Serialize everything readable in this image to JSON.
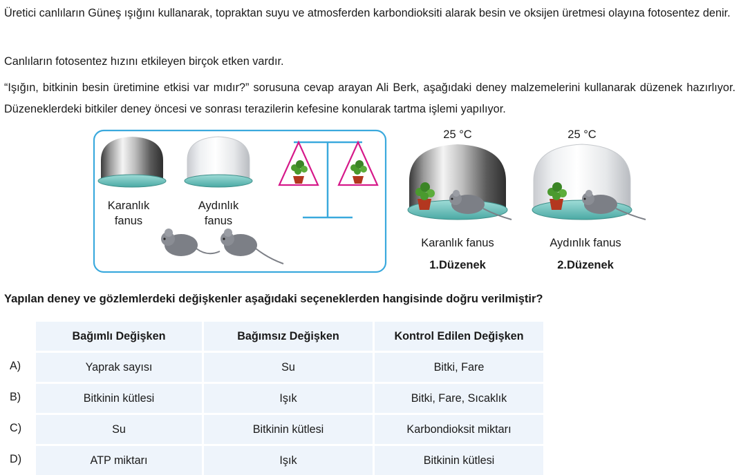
{
  "paragraphs": {
    "p1": "Üretici canlıların Güneş ışığını kullanarak, topraktan suyu ve atmosferden karbondioksiti alarak besin ve oksijen üretmesi olayına fotosentez denir.",
    "p2": "Canlıların fotosentez hızını etkileyen birçok etken vardır.",
    "p3": "“Işığın, bitkinin besin üretimine etkisi var mıdır?” sorusuna cevap arayan Ali Berk, aşağıdaki deney malzemelerini kullanarak düzenek hazırlıyor. Düzeneklerdeki bitkiler deney öncesi ve sonrası terazilerin kefesine konularak tartma işlemi yapılıyor."
  },
  "figure": {
    "materials_box": {
      "dark_dome_label": "Karanlık\nfanus",
      "light_dome_label": "Aydınlık\nfanus"
    },
    "setup1": {
      "temperature": "25 °C",
      "dome_label": "Karanlık fanus",
      "title": "1.Düzenek"
    },
    "setup2": {
      "temperature": "25 °C",
      "dome_label": "Aydınlık fanus",
      "title": "2.Düzenek"
    },
    "colors": {
      "box_border": "#3aa9dd",
      "dome_base": "#7cc8c4",
      "triangle": "#d6198a",
      "mouse": "#7c7f86",
      "pot": "#b3371f",
      "plant": "#4a9a2e"
    }
  },
  "question": "Yapılan deney ve gözlemlerdeki değişkenler aşağıdaki seçeneklerden hangisinde doğru verilmiştir?",
  "table": {
    "headers": [
      "Bağımlı Değişken",
      "Bağımsız Değişken",
      "Kontrol Edilen Değişken"
    ],
    "rows": [
      {
        "letter": "A)",
        "cells": [
          "Yaprak sayısı",
          "Su",
          "Bitki, Fare"
        ]
      },
      {
        "letter": "B)",
        "cells": [
          "Bitkinin kütlesi",
          "Işık",
          "Bitki, Fare, Sıcaklık"
        ]
      },
      {
        "letter": "C)",
        "cells": [
          "Su",
          "Bitkinin kütlesi",
          "Karbondioksit miktarı"
        ]
      },
      {
        "letter": "D)",
        "cells": [
          "ATP miktarı",
          "Işık",
          "Bitkinin kütlesi"
        ]
      }
    ]
  }
}
